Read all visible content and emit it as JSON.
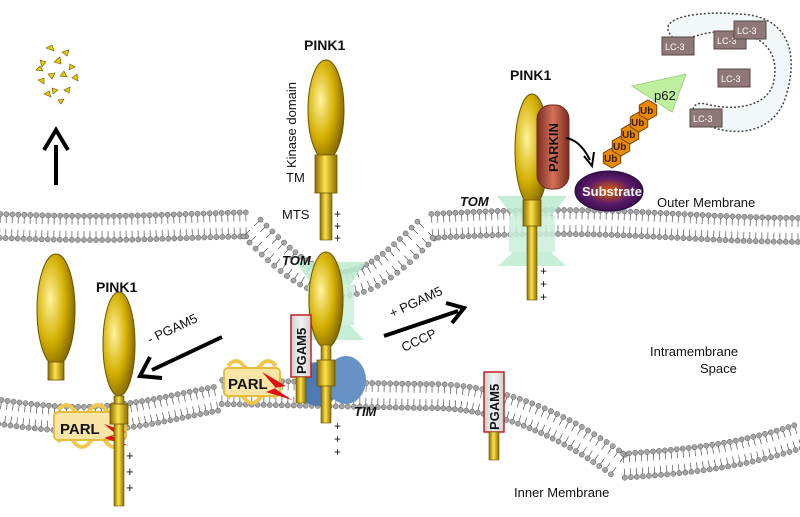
{
  "labels": {
    "pink1_center": "PINK1",
    "pink1_left": "PINK1",
    "pink1_right": "PINK1",
    "kinase_domain": "Kinase domain",
    "tm": "TM",
    "mts": "MTS",
    "tom_center": "TOM",
    "tom_right": "TOM",
    "tim": "TIM",
    "parkin": "PARKIN",
    "substrate": "Substrate",
    "p62": "p62",
    "ub": "Ub",
    "lc3": "LC-3",
    "pgam5": "PGAM5",
    "parl": "PARL",
    "outer_membrane": "Outer Membrane",
    "inner_membrane": "Inner Membrane",
    "intermembrane_line1": "Intramembrane",
    "intermembrane_line2": "Space",
    "minus_pgam5": "- PGAM5",
    "plus_pgam5": "+ PGAM5",
    "cccp": "CCCP",
    "plus_signs": "+"
  },
  "colors": {
    "pink1_fill": "#d4b000",
    "pink1_dark": "#8a6d00",
    "membrane_head": "#9a9a9a",
    "tom_fill": "#bdecd0",
    "tim_fill": "#5b86bd",
    "parkin_fill": "#b4523c",
    "substrate_fill": "#4a1a66",
    "ub_fill": "#e08a00",
    "lc3_fill": "#8f7878",
    "p62_fill": "#bff0a0",
    "parl_fill": "#f6d77a",
    "pgam5_border": "#c02020",
    "cleave_red": "#e01010"
  }
}
